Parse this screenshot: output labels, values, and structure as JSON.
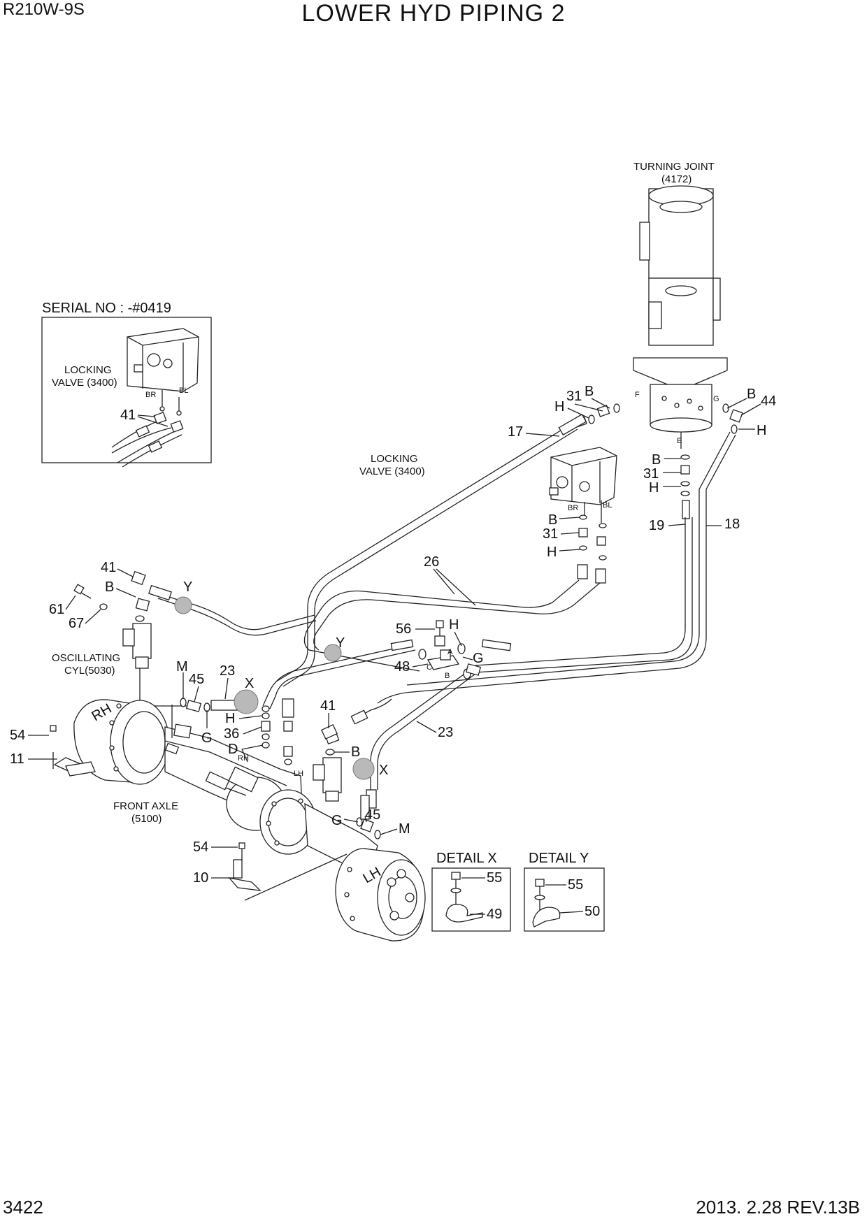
{
  "header": {
    "model": "R210W-9S",
    "title": "LOWER HYD PIPING 2"
  },
  "footer": {
    "page": "3422",
    "date_rev": "2013. 2.28  REV.13B"
  },
  "inset": {
    "serial": "SERIAL NO : -#0419",
    "locking_valve_l1": "LOCKING",
    "locking_valve_l2": "VALVE (3400)",
    "port_br": "BR",
    "port_bl": "BL",
    "part": "41"
  },
  "components": {
    "turning_joint_l1": "TURNING JOINT",
    "turning_joint_l2": "(4172)",
    "locking_valve_l1": "LOCKING",
    "locking_valve_l2": "VALVE (3400)",
    "osc_cyl_l1": "OSCILLATING",
    "osc_cyl_l2": "CYL(5030)",
    "front_axle_l1": "FRONT AXLE",
    "front_axle_l2": "(5100)",
    "rh": "RH",
    "lh": "LH",
    "port_f": "F",
    "port_g": "G",
    "port_e": "E",
    "port_br": "BR",
    "port_bl": "BL",
    "port_a": "A",
    "port_b": "B",
    "port_c": "C",
    "rh_small": "RH",
    "lh_small": "LH"
  },
  "callouts": {
    "c31a": "31",
    "cBa": "B",
    "cHa": "H",
    "cBb": "B",
    "c44": "44",
    "cHb": "H",
    "c17": "17",
    "cBc": "B",
    "c31b": "31",
    "cHc": "H",
    "c19": "19",
    "c18": "18",
    "cBd": "B",
    "c31c": "31",
    "cHd": "H",
    "c26": "26",
    "c41a": "41",
    "cBe": "B",
    "cYa": "Y",
    "c61": "61",
    "c67": "67",
    "c56": "56",
    "cHe": "H",
    "cYb": "Y",
    "c48": "48",
    "cGa": "G",
    "cM1": "M",
    "c45a": "45",
    "c23a": "23",
    "cXa": "X",
    "cGb": "G",
    "cHf": "H",
    "c36": "36",
    "cD": "D",
    "c41b": "41",
    "cBf": "B",
    "cXb": "X",
    "c23b": "23",
    "c54a": "54",
    "c11": "11",
    "cGc": "G",
    "c45b": "45",
    "cM2": "M",
    "c54b": "54",
    "c10": "10"
  },
  "details": {
    "x_title": "DETAIL X",
    "x_p1": "55",
    "x_p2": "49",
    "y_title": "DETAIL Y",
    "y_p1": "55",
    "y_p2": "50"
  }
}
